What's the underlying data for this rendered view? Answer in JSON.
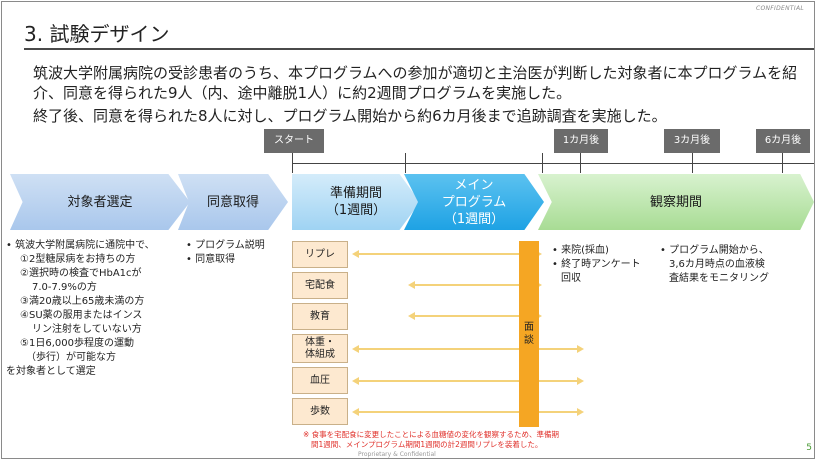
{
  "header": {
    "confidential": "CONFIDENTIAL",
    "title": "3. 試験デザイン"
  },
  "intro": {
    "paragraph1": "筑波大学附属病院の受診患者のうち、本プログラムへの参加が適切と主治医が判断した対象者に本プログラムを紹介、同意を得られた9人（内、途中離脱1人）に約2週間プログラムを実施した。",
    "paragraph2": "終了後、同意を得られた8人に対し、プログラム開始から約6カ月後まで追跡調査を実施した。"
  },
  "timeline": {
    "start": "スタート",
    "m1": "1カ月後",
    "m3": "3カ月後",
    "m6": "6カ月後"
  },
  "stages": {
    "selection": "対象者選定",
    "consent": "同意取得",
    "prep_line1": "準備期間",
    "prep_line2": "（1週間）",
    "main_line1": "メイン",
    "main_line2": "プログラム",
    "main_line3": "（1週間）",
    "observation": "観察期間"
  },
  "selection_criteria": [
    "• 筑波大学附属病院に通院中で、",
    "①2型糖尿病をお持ちの方",
    "②選択時の検査でHbA1cが",
    "7.0-7.9%の方",
    "③満20歳以上65歳未満の方",
    "④SU薬の服用またはインス",
    "リン注射をしていない方",
    "⑤1日6,000歩程度の運動",
    "（歩行）が可能な方",
    "を対象者として選定"
  ],
  "consent_items": [
    "• プログラム説明",
    "• 同意取得"
  ],
  "observation_items_1": [
    "• 来院(採血)",
    "• 終了時アンケート",
    "回収"
  ],
  "observation_items_2": [
    "• プログラム開始から、",
    "3,6カ月時点の血液検",
    "査結果をモニタリング"
  ],
  "program_items": {
    "replay": "リプレ",
    "delivery": "宅配食",
    "education": "教育",
    "body_line1": "体重・",
    "body_line2": "体組成",
    "bp": "血圧",
    "steps": "歩数"
  },
  "interview": {
    "char1": "面",
    "char2": "談"
  },
  "footnote": {
    "line1": "※ 食事を宅配食に変更したことによる血糖値の変化を観察するため、準備期",
    "line2": "間1週間、メインプログラム期間1週間の計2週間リプレを装着した。"
  },
  "footer": {
    "proprietary": "Proprietary & Confidential",
    "page_number": "5"
  },
  "colors": {
    "stage_blue": "#a9c7ec",
    "prep_blue": "#9fd3f3",
    "main_blue": "#1ea2e4",
    "observe_green": "#a8dc94",
    "item_peach": "#fde9d0",
    "arrow_yellow": "#f4d27a",
    "interview_orange": "#f5a623",
    "footnote_red": "#e0302a"
  }
}
